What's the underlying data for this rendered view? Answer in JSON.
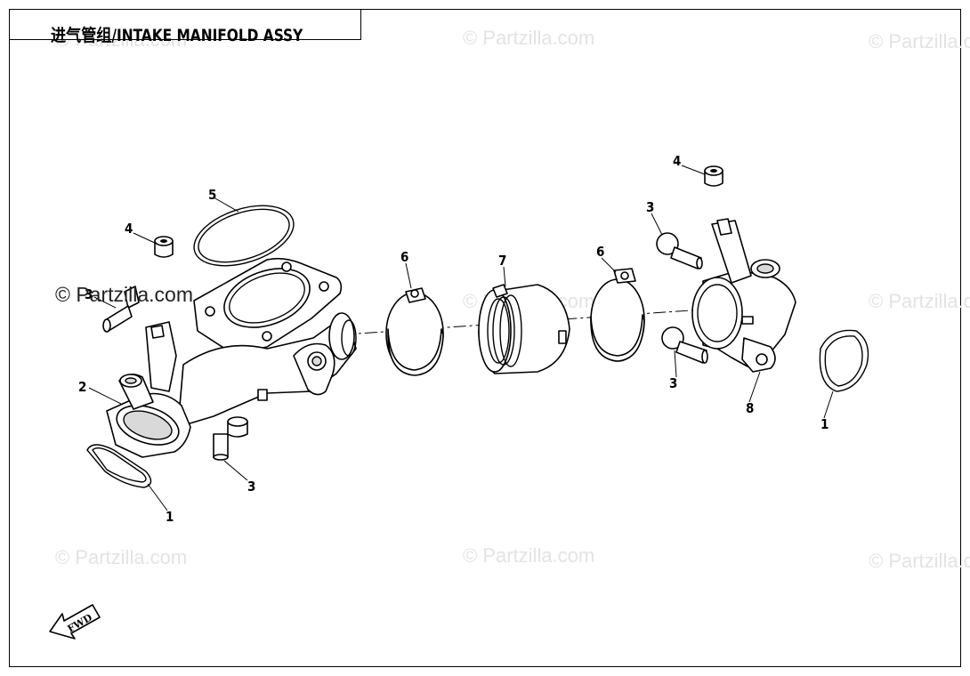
{
  "title": "进气管组/INTAKE MANIFOLD ASSY",
  "watermark": "© Partzilla.com",
  "fwd_label": "FWD",
  "callouts": {
    "c1_left": "1",
    "c1_right": "1",
    "c2": "2",
    "c3_topleft": "3",
    "c3_bottomleft": "3",
    "c3_topright": "3",
    "c3_bottomright": "3",
    "c4_left": "4",
    "c4_right": "4",
    "c5": "5",
    "c6_left": "6",
    "c6_right": "6",
    "c7": "7",
    "c8": "8"
  },
  "colors": {
    "line": "#000000",
    "watermark": "#e3e3e3",
    "background": "#ffffff"
  }
}
